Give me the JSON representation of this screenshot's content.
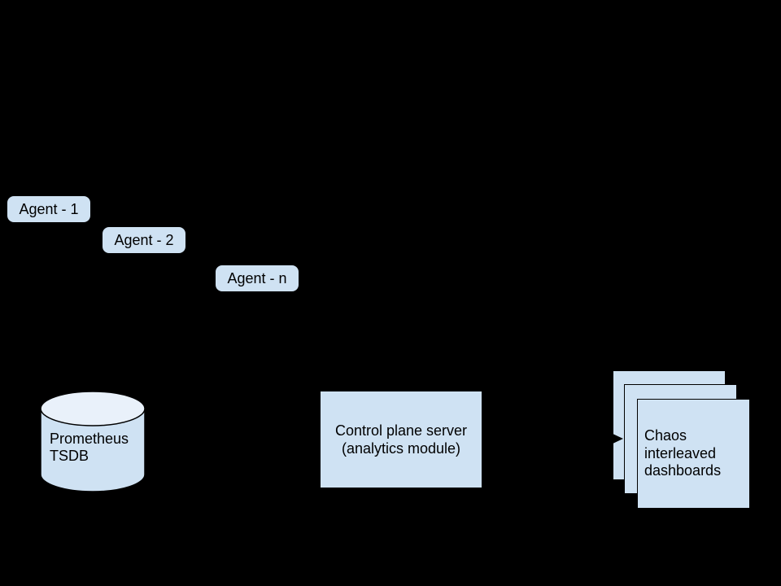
{
  "palette": {
    "background": "#000000",
    "shape_fill": "#cfe2f3",
    "cylinder_top_fill": "#e9f1fa",
    "stroke": "#000000",
    "text": "#000000"
  },
  "agents": [
    {
      "label": "Agent - 1"
    },
    {
      "label": "Agent - 2"
    },
    {
      "label": "Agent - n"
    }
  ],
  "database": {
    "label_lines": [
      "Prometheus",
      "TSDB"
    ]
  },
  "server": {
    "label_lines": [
      "Control plane server",
      "(analytics module)"
    ]
  },
  "dashboards": {
    "stack_count": 3,
    "label_lines": [
      "Chaos",
      "interleaved",
      "dashboards"
    ]
  },
  "connections": [
    {
      "from": "control-plane-server",
      "to": "dashboards-stack",
      "type": "arrow"
    }
  ]
}
